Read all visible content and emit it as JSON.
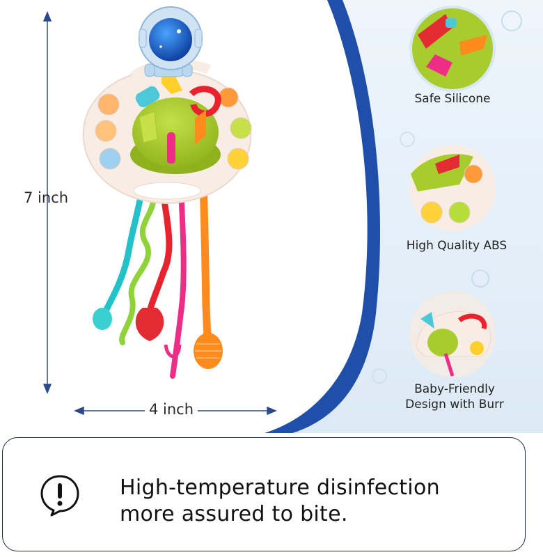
{
  "dimensions": {
    "height_label": "7 inch",
    "width_label": "4 inch"
  },
  "features": [
    {
      "label": "Safe Silicone"
    },
    {
      "label": "High Quality ABS"
    },
    {
      "label_line1": "Baby-Friendly",
      "label_line2": "Design with Burr"
    }
  ],
  "notice": {
    "line1": "High-temperature disinfection",
    "line2": "more assured to bite.",
    "icon": "exclamation-speech-icon"
  },
  "colors": {
    "panel_bg": "#e6f1fa",
    "curve_blue": "#1f4fa8",
    "frame": "#f7ece3",
    "planet_green": "#a8cc2e"
  }
}
